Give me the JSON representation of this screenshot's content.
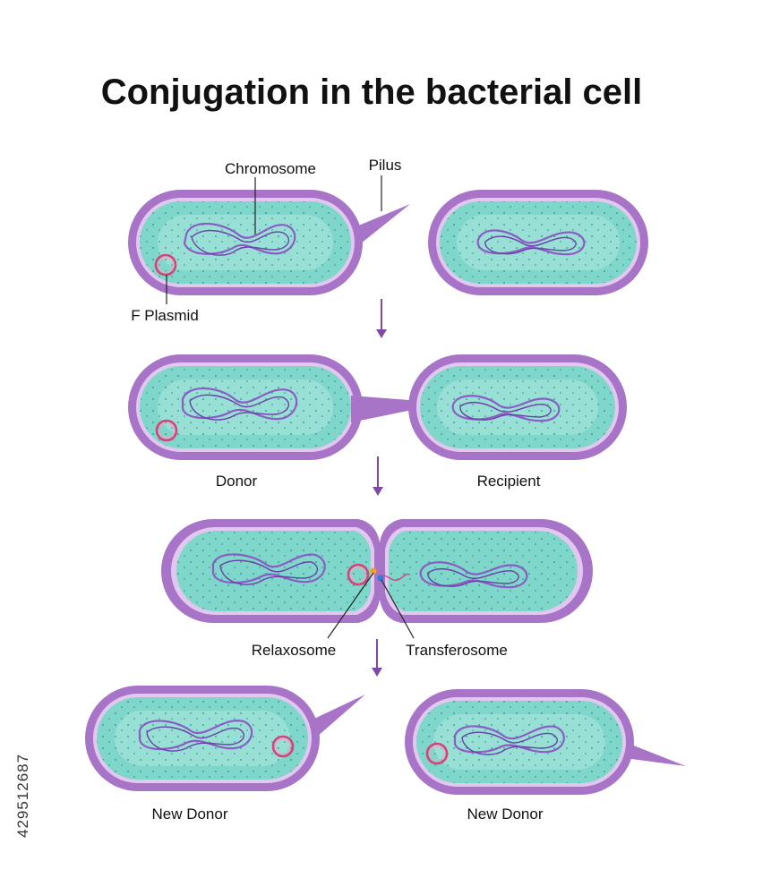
{
  "title": "Conjugation in the bacterial cell",
  "labels": {
    "chromosome": "Chromosome",
    "pilus": "Pilus",
    "f_plasmid": "F Plasmid",
    "donor": "Donor",
    "recipient": "Recipient",
    "relaxosome": "Relaxosome",
    "transferosome": "Transferosome",
    "new_donor_left": "New Donor",
    "new_donor_right": "New Donor"
  },
  "side_text": "429512687",
  "colors": {
    "membrane": "#a874c8",
    "membrane_dark": "#8c55b3",
    "wall_inner": "#e2c8ee",
    "cytoplasm": "#7fd6ca",
    "cytoplasm_light": "#a8e6dd",
    "chromosome": "#8a5cc4",
    "plasmid": "#d9417c",
    "arrow": "#7e4aa6",
    "relaxosome": "#f2a21b",
    "transferosome": "#2f7fd6"
  }
}
